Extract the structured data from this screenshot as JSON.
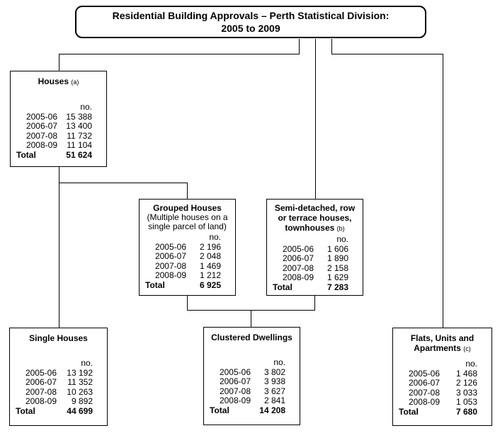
{
  "title": {
    "line1": "Residential Building Approvals – Perth Statistical Division:",
    "line2": "2005 to 2009"
  },
  "boxes": {
    "houses": {
      "title": "Houses",
      "note": "(a)",
      "unit_label": "no.",
      "rows": [
        {
          "year": "2005-06",
          "value": "15 388"
        },
        {
          "year": "2006-07",
          "value": "13 400"
        },
        {
          "year": "2007-08",
          "value": "11 732"
        },
        {
          "year": "2008-09",
          "value": "11 104"
        }
      ],
      "total_label": "Total",
      "total_value": "51 624"
    },
    "grouped_houses": {
      "title": "Grouped Houses",
      "subtitle": "(Multiple houses on a single parcel of land)",
      "unit_label": "no.",
      "rows": [
        {
          "year": "2005-06",
          "value": "2 196"
        },
        {
          "year": "2006-07",
          "value": "2 048"
        },
        {
          "year": "2007-08",
          "value": "1 469"
        },
        {
          "year": "2008-09",
          "value": "1 212"
        }
      ],
      "total_label": "Total",
      "total_value": "6 925"
    },
    "semi_detached": {
      "title": "Semi-detached, row or terrace houses, townhouses",
      "note": "(b)",
      "unit_label": "no.",
      "rows": [
        {
          "year": "2005-06",
          "value": "1 606"
        },
        {
          "year": "2006-07",
          "value": "1 890"
        },
        {
          "year": "2007-08",
          "value": "2 158"
        },
        {
          "year": "2008-09",
          "value": "1 629"
        }
      ],
      "total_label": "Total",
      "total_value": "7 283"
    },
    "single_houses": {
      "title": "Single Houses",
      "unit_label": "no.",
      "rows": [
        {
          "year": "2005-06",
          "value": "13 192"
        },
        {
          "year": "2006-07",
          "value": "11 352"
        },
        {
          "year": "2007-08",
          "value": "10 263"
        },
        {
          "year": "2008-09",
          "value": "9 892"
        }
      ],
      "total_label": "Total",
      "total_value": "44 699"
    },
    "clustered_dwellings": {
      "title": "Clustered Dwellings",
      "unit_label": "no.",
      "rows": [
        {
          "year": "2005-06",
          "value": "3 802"
        },
        {
          "year": "2006-07",
          "value": "3 938"
        },
        {
          "year": "2007-08",
          "value": "3 627"
        },
        {
          "year": "2008-09",
          "value": "2 841"
        }
      ],
      "total_label": "Total",
      "total_value": "14 208"
    },
    "flats_units_apartments": {
      "title": "Flats, Units and Apartments",
      "note": "(c)",
      "unit_label": "no.",
      "rows": [
        {
          "year": "2005-06",
          "value": "1 468"
        },
        {
          "year": "2006-07",
          "value": "2 126"
        },
        {
          "year": "2007-08",
          "value": "3 033"
        },
        {
          "year": "2008-09",
          "value": "1 053"
        }
      ],
      "total_label": "Total",
      "total_value": "7 680"
    }
  }
}
